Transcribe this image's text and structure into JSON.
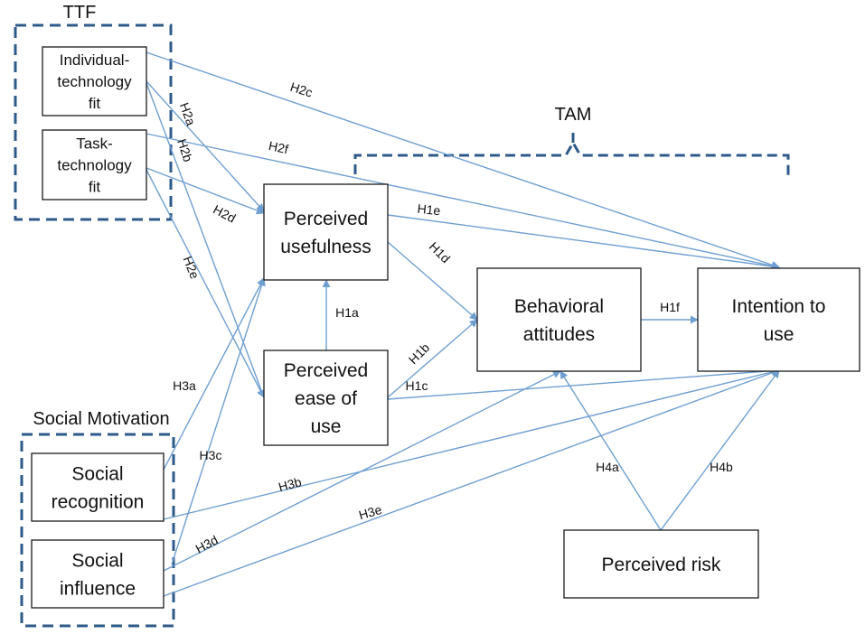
{
  "groups": {
    "ttf": "TTF",
    "tam": "TAM",
    "social_motivation": "Social Motivation"
  },
  "nodes": {
    "individual_technology_fit": [
      "Individual-",
      "technology",
      "fit"
    ],
    "task_technology_fit": [
      "Task-",
      "technology",
      "fit"
    ],
    "perceived_usefulness": [
      "Perceived",
      "usefulness"
    ],
    "perceived_ease_of_use": [
      "Perceived",
      "ease of",
      "use"
    ],
    "behavioral_attitudes": [
      "Behavioral",
      "attitudes"
    ],
    "intention_to_use": [
      "Intention to",
      "use"
    ],
    "social_recognition": [
      "Social",
      "recognition"
    ],
    "social_influence": [
      "Social",
      "influence"
    ],
    "perceived_risk": [
      "Perceived risk"
    ]
  },
  "hypotheses": {
    "H1a": "H1a",
    "H1b": "H1b",
    "H1c": "H1c",
    "H1d": "H1d",
    "H1e": "H1e",
    "H1f": "H1f",
    "H2a": "H2a",
    "H2b": "H2b",
    "H2c": "H2c",
    "H2d": "H2d",
    "H2e": "H2e",
    "H2f": "H2f",
    "H3a": "H3a",
    "H3b": "H3b",
    "H3c": "H3c",
    "H3d": "H3d",
    "H3e": "H3e",
    "H4a": "H4a",
    "H4b": "H4b"
  },
  "colors": {
    "arrow": "#6f9fd0",
    "group_border": "#2e5a8a",
    "box_border": "#1a1a1a"
  }
}
